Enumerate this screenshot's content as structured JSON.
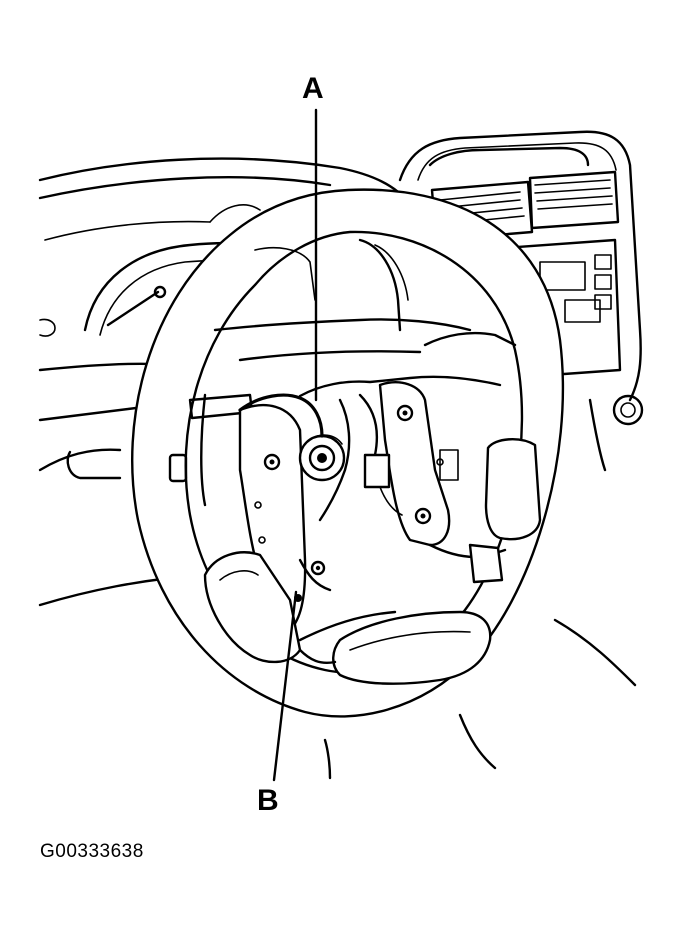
{
  "callouts": {
    "a": "A",
    "b": "B"
  },
  "figure_id": "G00333638",
  "colors": {
    "ink": "#000000",
    "paper": "#ffffff"
  }
}
